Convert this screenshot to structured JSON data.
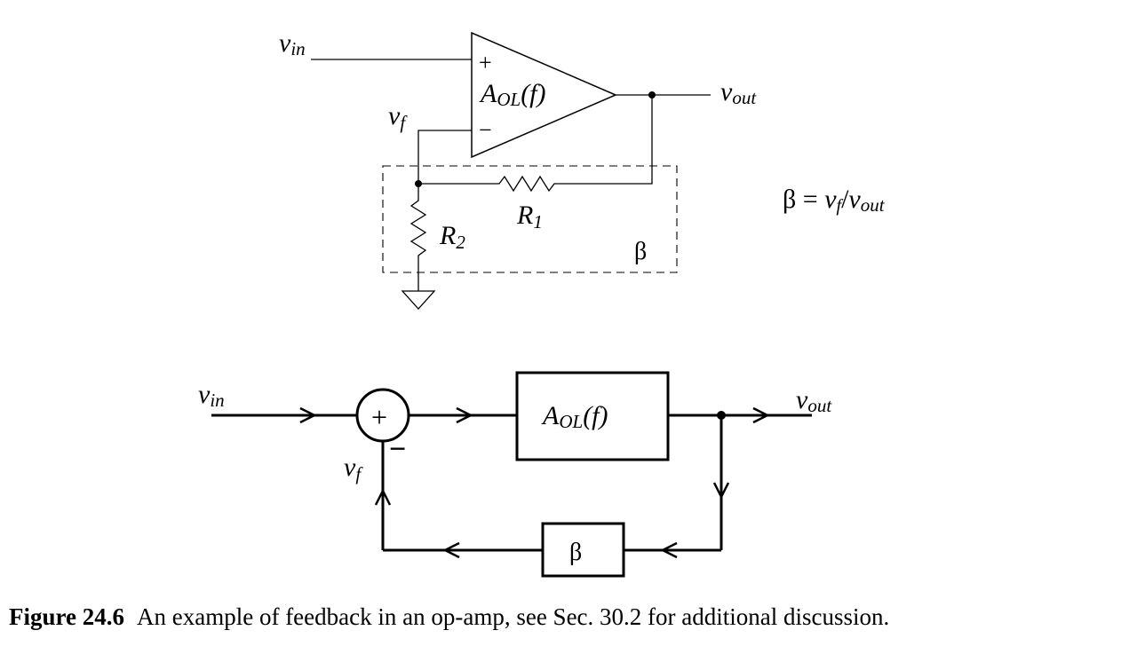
{
  "circuit": {
    "vin": {
      "base": "v",
      "sub": "in"
    },
    "vout": {
      "base": "v",
      "sub": "out"
    },
    "vf": {
      "base": "v",
      "sub": "f"
    },
    "amp": {
      "main": "A",
      "sub": "OL",
      "arg": "(f)"
    },
    "plus": "+",
    "minus": "−",
    "r1": {
      "base": "R",
      "sub": "1"
    },
    "r2": {
      "base": "R",
      "sub": "2"
    },
    "beta": "β"
  },
  "equation": {
    "beta": "β = ",
    "vf_base": "v",
    "vf_sub": "f",
    "slash": "/",
    "vout_base": "v",
    "vout_sub": "out"
  },
  "block": {
    "vin": {
      "base": "v",
      "sub": "in"
    },
    "vout": {
      "base": "v",
      "sub": "out"
    },
    "vf": {
      "base": "v",
      "sub": "f"
    },
    "sum_plus": "+",
    "sum_minus": "−",
    "amp": {
      "main": "A",
      "sub": "OL",
      "arg": "(f)"
    },
    "beta": "β"
  },
  "caption": {
    "number": "Figure 24.6",
    "text": "An example of feedback in an op-amp, see Sec. 30.2 for additional discussion."
  }
}
